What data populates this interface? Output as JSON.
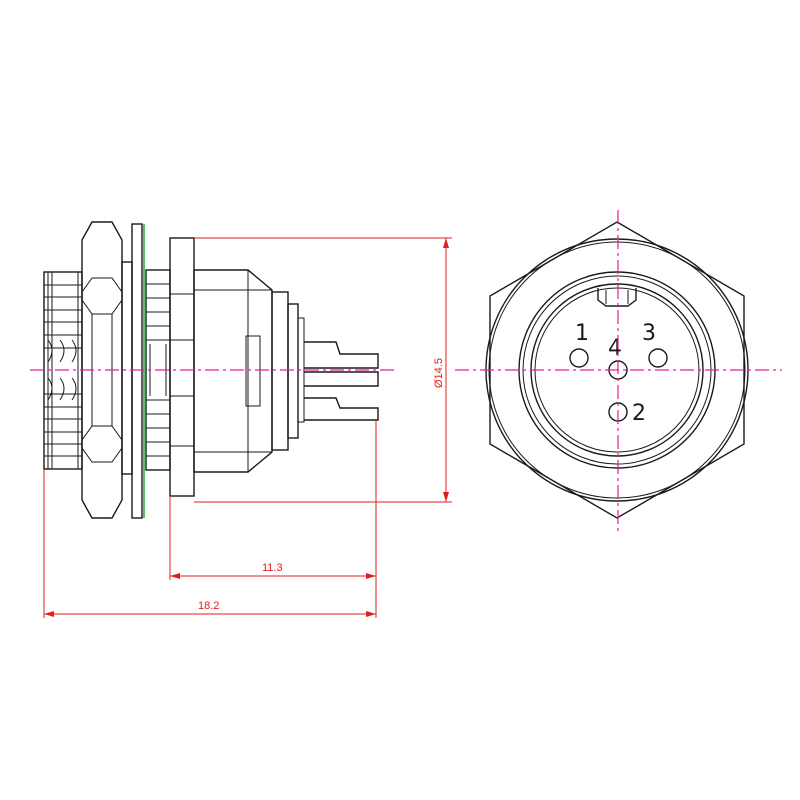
{
  "dimensions": {
    "length_inner": "11.3",
    "length_total": "18.2",
    "diameter": "Ø14.5"
  },
  "pins": [
    {
      "label": "1"
    },
    {
      "label": "3"
    },
    {
      "label": "4"
    },
    {
      "label": "2"
    }
  ],
  "colors": {
    "outline": "#1a1a1a",
    "dimension": "#e0201b",
    "centerline": "#e0209a",
    "gasket": "#2bb34a"
  }
}
